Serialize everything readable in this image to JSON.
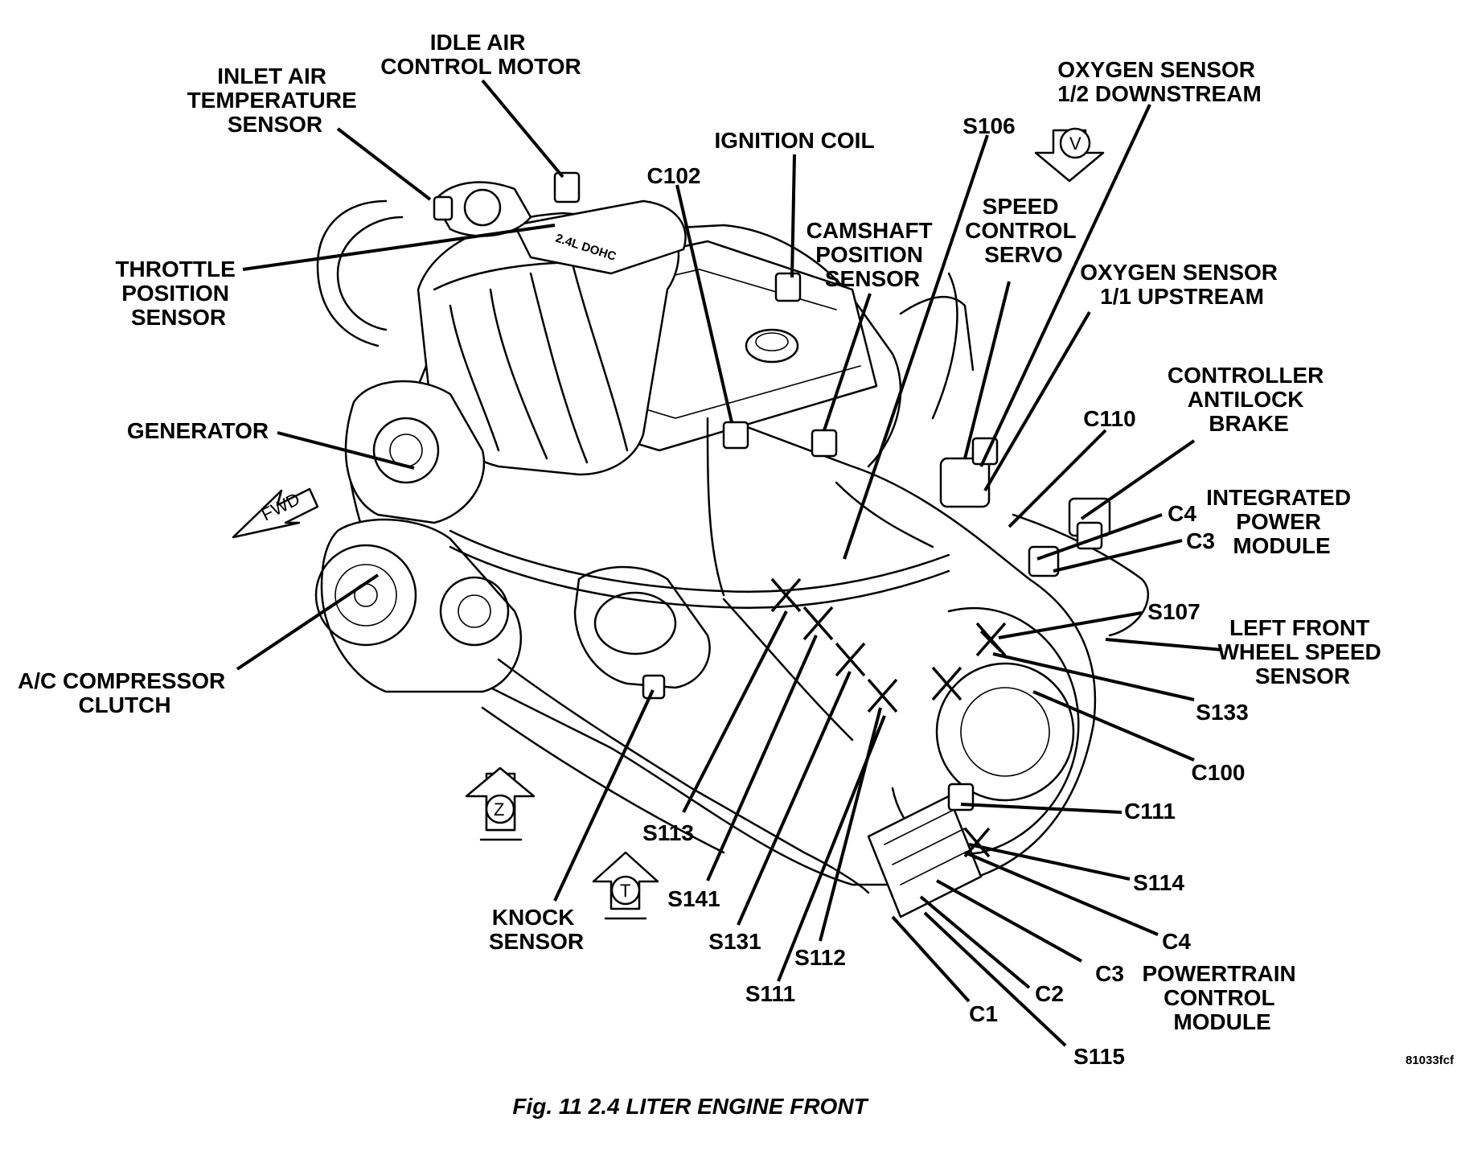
{
  "labels": {
    "inlet_air_temperature_sensor": [
      "INLET AIR",
      "TEMPERATURE",
      "SENSOR"
    ],
    "idle_air_control_motor": [
      "IDLE AIR",
      "CONTROL MOTOR"
    ],
    "ignition_coil": [
      "IGNITION COIL"
    ],
    "c102": [
      "C102"
    ],
    "s106": [
      "S106"
    ],
    "oxygen_sensor_downstream": [
      "OXYGEN SENSOR",
      "1/2 DOWNSTREAM"
    ],
    "camshaft_position_sensor": [
      "CAMSHAFT",
      "POSITION",
      "SENSOR"
    ],
    "speed_control_servo": [
      "SPEED",
      "CONTROL",
      "SERVO"
    ],
    "oxygen_sensor_upstream": [
      "OXYGEN SENSOR",
      "1/1 UPSTREAM"
    ],
    "throttle_position_sensor": [
      "THROTTLE",
      "POSITION",
      "SENSOR"
    ],
    "controller_antilock_brake": [
      "CONTROLLER",
      "ANTILOCK",
      "BRAKE"
    ],
    "c110": [
      "C110"
    ],
    "generator": [
      "GENERATOR"
    ],
    "integrated_power_module": [
      "INTEGRATED",
      "POWER",
      "MODULE"
    ],
    "c4_ipm": [
      "C4"
    ],
    "c3_ipm": [
      "C3"
    ],
    "s107": [
      "S107"
    ],
    "left_front_wheel_speed_sensor": [
      "LEFT FRONT",
      "WHEEL SPEED",
      "SENSOR"
    ],
    "ac_compressor_clutch": [
      "A/C COMPRESSOR",
      "CLUTCH"
    ],
    "s133": [
      "S133"
    ],
    "c100": [
      "C100"
    ],
    "c111": [
      "C111"
    ],
    "s113": [
      "S113"
    ],
    "s114": [
      "S114"
    ],
    "s141": [
      "S141"
    ],
    "knock_sensor": [
      "KNOCK",
      "SENSOR"
    ],
    "s131": [
      "S131"
    ],
    "s112": [
      "S112"
    ],
    "c4_pcm": [
      "C4"
    ],
    "c3_pcm": [
      "C3"
    ],
    "powertrain_control_module": [
      "POWERTRAIN",
      "CONTROL",
      "MODULE"
    ],
    "s111": [
      "S111"
    ],
    "c2": [
      "C2"
    ],
    "c1": [
      "C1"
    ],
    "s115": [
      "S115"
    ]
  },
  "markers": {
    "fwd": "FWD",
    "view_v": "V",
    "view_z": "Z",
    "view_t": "T",
    "engine_badge": "2.4L DOHC"
  },
  "drawing_id": "81033fcf",
  "caption": "Fig. 11 2.4 LITER ENGINE FRONT"
}
